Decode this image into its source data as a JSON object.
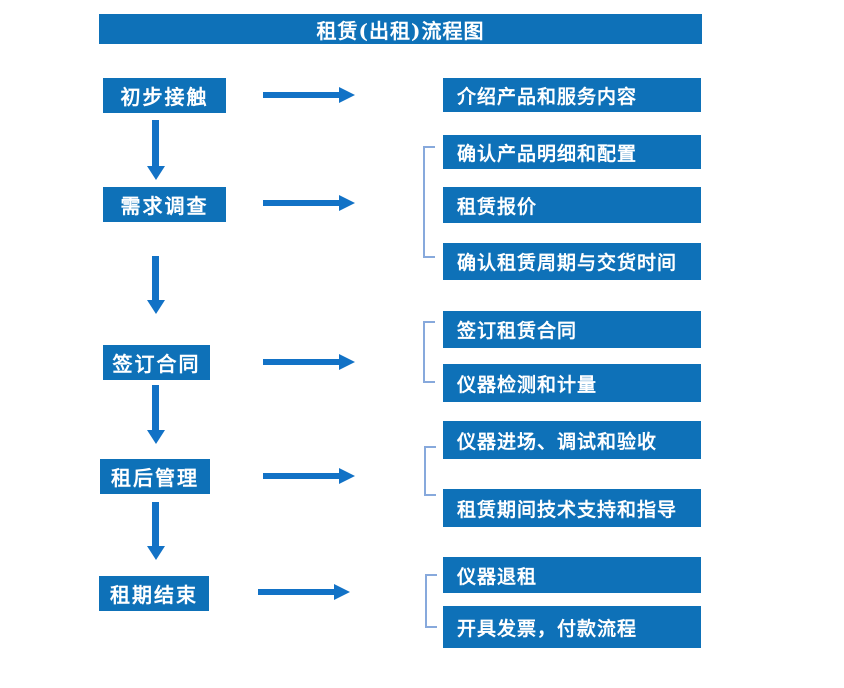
{
  "title": "租赁(出租)流程图",
  "colors": {
    "box_blue": "#0e71b8",
    "arrow_blue": "#1272c6",
    "bracket_blue": "#87a9dc",
    "text_white": "#ffffff",
    "background": "#ffffff"
  },
  "stages": [
    {
      "label": "初步接触",
      "details": [
        "介绍产品和服务内容"
      ]
    },
    {
      "label": "需求调查",
      "details": [
        "确认产品明细和配置",
        "租赁报价",
        "确认租赁周期与交货时间"
      ]
    },
    {
      "label": "签订合同",
      "details": [
        "签订租赁合同",
        "仪器检测和计量"
      ]
    },
    {
      "label": "租后管理",
      "details": [
        "仪器进场、调试和验收",
        "租赁期间技术支持和指导"
      ]
    },
    {
      "label": "租期结束",
      "details": [
        "仪器退租",
        "开具发票，付款流程"
      ]
    }
  ]
}
